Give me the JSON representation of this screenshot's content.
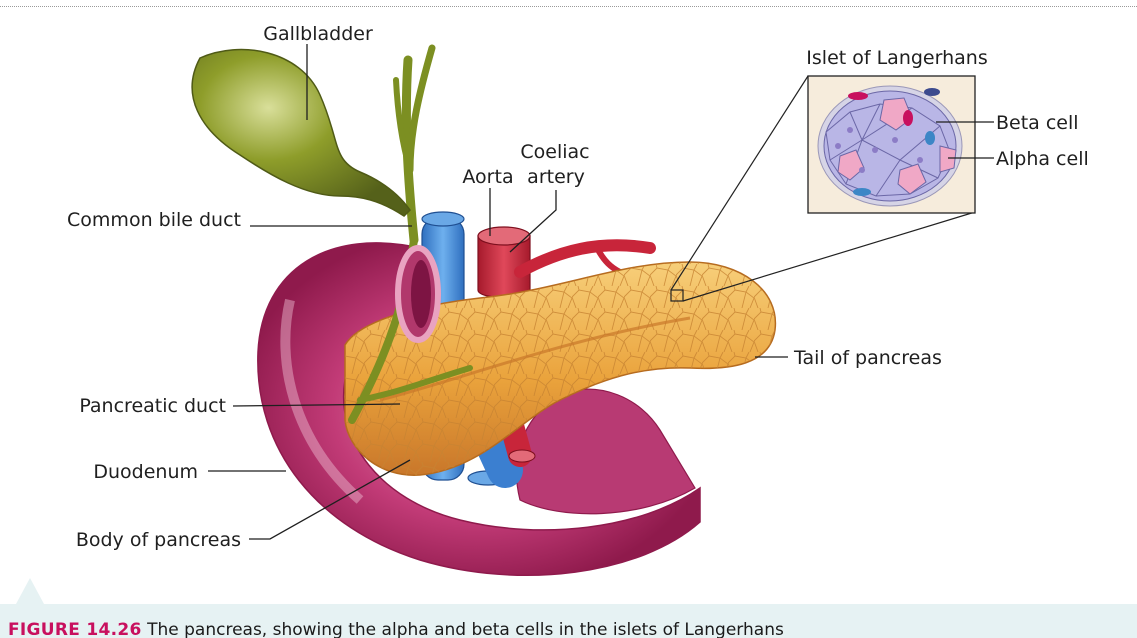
{
  "diagram": {
    "labels": {
      "gallbladder": "Gallbladder",
      "islet": "Islet of Langerhans",
      "beta_cell": "Beta cell",
      "alpha_cell": "Alpha cell",
      "coeliac": "Coeliac",
      "artery": "artery",
      "aorta": "Aorta",
      "common_bile_duct": "Common bile duct",
      "tail": "Tail of pancreas",
      "pancreatic_duct": "Pancreatic duct",
      "duodenum": "Duodenum",
      "body": "Body of pancreas"
    },
    "colors": {
      "gallbladder": "#7a8a1c",
      "duodenum": "#b82d6a",
      "pancreas": "#e8a43a",
      "aorta": "#4a90d8",
      "artery": "#c8253a",
      "duct": "#7c8f22",
      "islet_cells": "#b9b6e6"
    }
  },
  "caption": {
    "figure_label": "FIGURE 14.26",
    "text": "The pancreas, showing the alpha and beta cells in the islets of Langerhans"
  }
}
